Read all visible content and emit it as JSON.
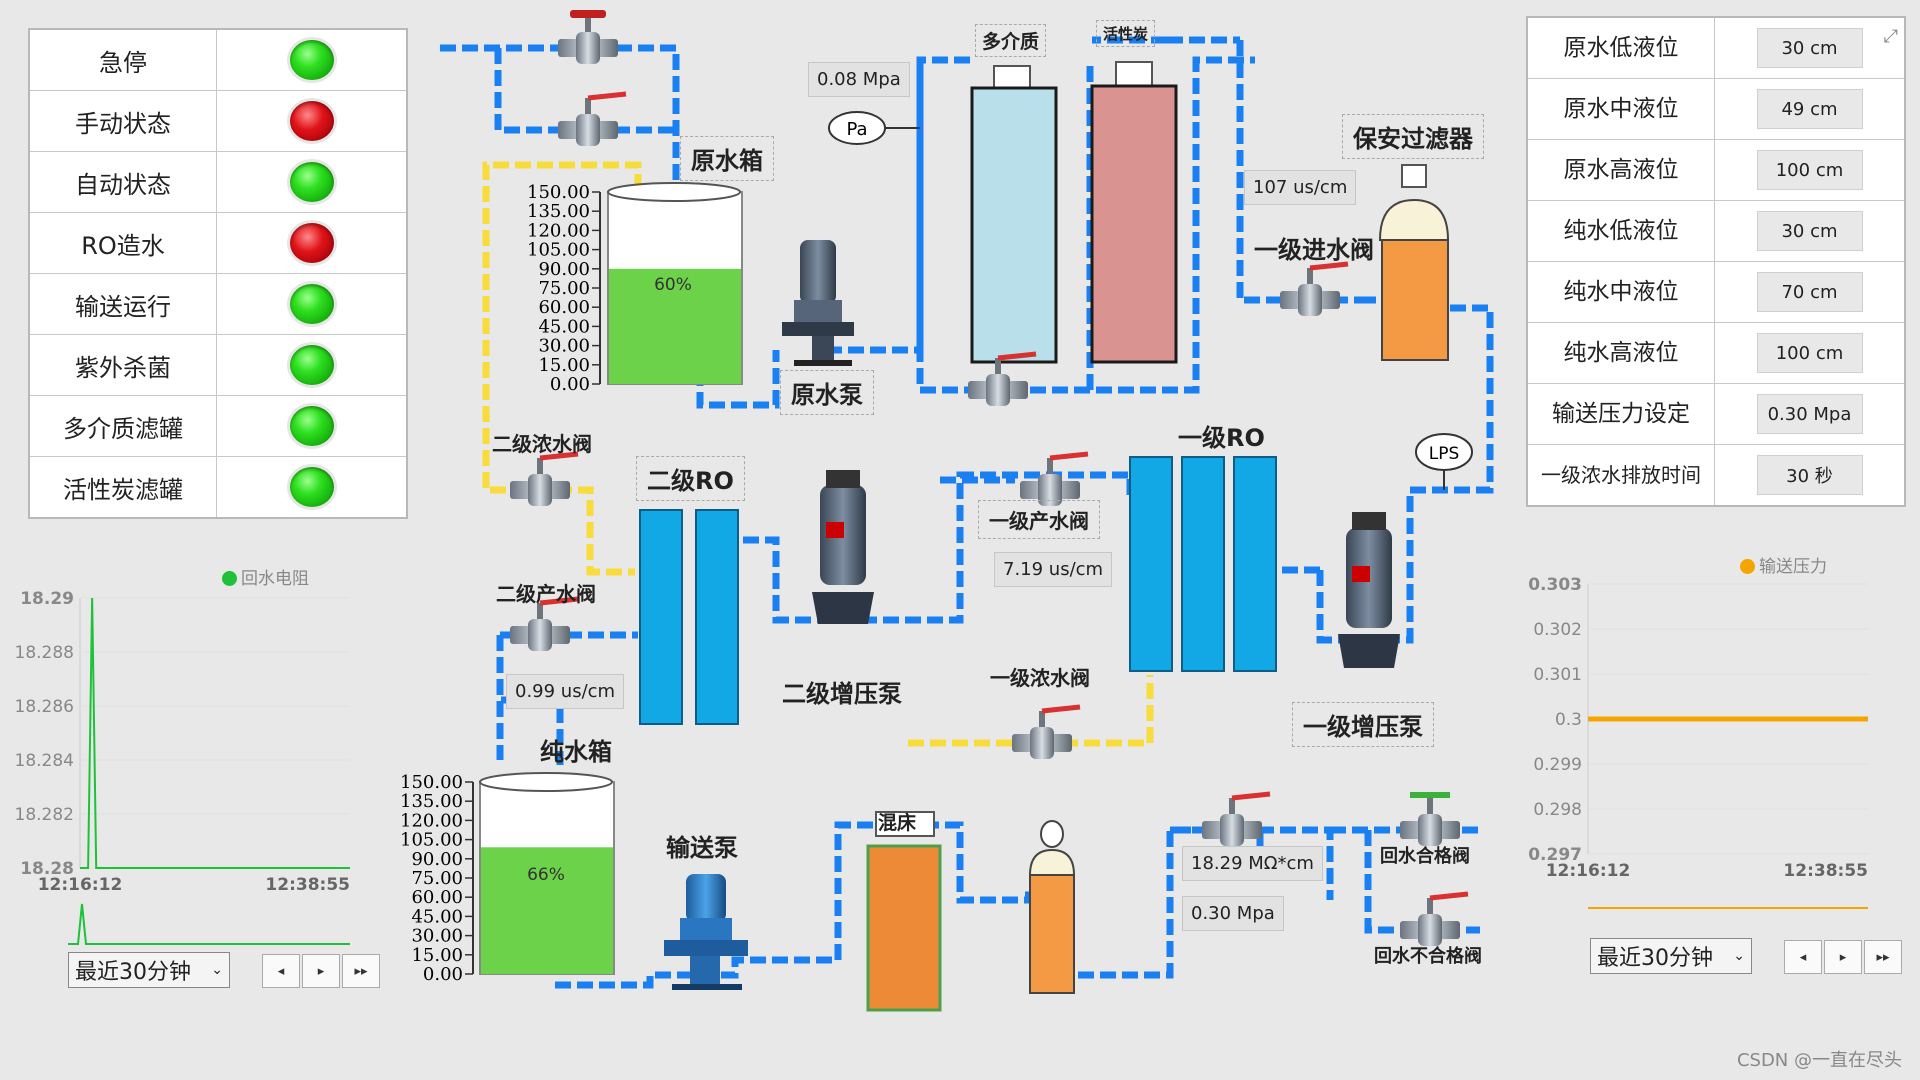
{
  "status_items": [
    {
      "label": "急停",
      "state": "green"
    },
    {
      "label": "手动状态",
      "state": "red"
    },
    {
      "label": "自动状态",
      "state": "green"
    },
    {
      "label": "RO造水",
      "state": "red"
    },
    {
      "label": "输送运行",
      "state": "green"
    },
    {
      "label": "紫外杀菌",
      "state": "green"
    },
    {
      "label": "多介质滤罐",
      "state": "green"
    },
    {
      "label": "活性炭滤罐",
      "state": "green"
    }
  ],
  "settings": [
    {
      "label": "原水低液位",
      "value": "30 cm"
    },
    {
      "label": "原水中液位",
      "value": "49 cm"
    },
    {
      "label": "原水高液位",
      "value": "100 cm"
    },
    {
      "label": "纯水低液位",
      "value": "30 cm"
    },
    {
      "label": "纯水中液位",
      "value": "70 cm"
    },
    {
      "label": "纯水高液位",
      "value": "100 cm"
    },
    {
      "label": "输送压力设定",
      "value": "0.30 Mpa"
    },
    {
      "label": "一级浓水排放时间",
      "value": "30 秒"
    }
  ],
  "labels": {
    "raw_tank": "原水箱",
    "raw_pump": "原水泵",
    "multi_media": "多介质",
    "activated_carbon": "活性炭",
    "security_filter": "保安过滤器",
    "stage1_inlet_valve": "一级进水阀",
    "stage1_ro": "一级RO",
    "stage2_ro": "二级RO",
    "stage2_conc_valve": "二级浓水阀",
    "stage2_prod_valve": "二级产水阀",
    "stage1_prod_valve": "一级产水阀",
    "stage1_conc_valve": "一级浓水阀",
    "stage2_booster": "二级增压泵",
    "stage1_booster": "一级增压泵",
    "pure_tank": "纯水箱",
    "delivery_pump": "输送泵",
    "mixed_bed": "混床",
    "return_ok_valve": "回水合格阀",
    "return_ng_valve": "回水不合格阀",
    "pa": "Pa",
    "lps": "LPS"
  },
  "readouts": {
    "pressure_top": "0.08 Mpa",
    "cond_filter": "107 us/cm",
    "cond_stage1": "7.19 us/cm",
    "cond_stage2": "0.99 us/cm",
    "resistivity": "18.29 MΩ*cm",
    "delivery_pressure": "0.30 Mpa"
  },
  "tanks": {
    "raw": {
      "level_percent": 60,
      "label": "60%"
    },
    "pure": {
      "level_percent": 66,
      "label": "66%"
    },
    "scale_ticks": [
      "150.00",
      "135.00",
      "120.00",
      "105.00",
      "90.00",
      "75.00",
      "60.00",
      "45.00",
      "30.00",
      "15.00",
      "0.00"
    ]
  },
  "chart_data": [
    {
      "type": "line",
      "series": [
        {
          "name": "回水电阻",
          "color": "#1fc13a"
        }
      ],
      "y_ticks": [
        "18.29",
        "18.288",
        "18.286",
        "18.284",
        "18.282",
        "18.28"
      ],
      "ylim": [
        18.28,
        18.29
      ],
      "x_ticks": [
        "12:16:12",
        "12:38:55"
      ],
      "points": [
        [
          0,
          18.28
        ],
        [
          0.03,
          18.28
        ],
        [
          0.045,
          18.29
        ],
        [
          0.06,
          18.28
        ],
        [
          1,
          18.28
        ]
      ]
    },
    {
      "type": "line",
      "series": [
        {
          "name": "输送压力",
          "color": "#f5a500"
        }
      ],
      "y_ticks": [
        "0.303",
        "0.302",
        "0.301",
        "0.3",
        "0.299",
        "0.298",
        "0.297"
      ],
      "ylim": [
        0.297,
        0.303
      ],
      "x_ticks": [
        "12:16:12",
        "12:38:55"
      ],
      "points": [
        [
          0,
          0.3
        ],
        [
          1,
          0.3
        ]
      ]
    }
  ],
  "controls": {
    "range_select": "最近30分钟",
    "btn_prev": "◂",
    "btn_next": "▸",
    "btn_end": "▸▸"
  },
  "watermark": "CSDN @一直在尽头",
  "colors": {
    "pipe_blue": "#1a7ff0",
    "pipe_yellow": "#f7dc3c",
    "water_green": "#6cd24a",
    "ro_blue": "#12a8e6"
  }
}
